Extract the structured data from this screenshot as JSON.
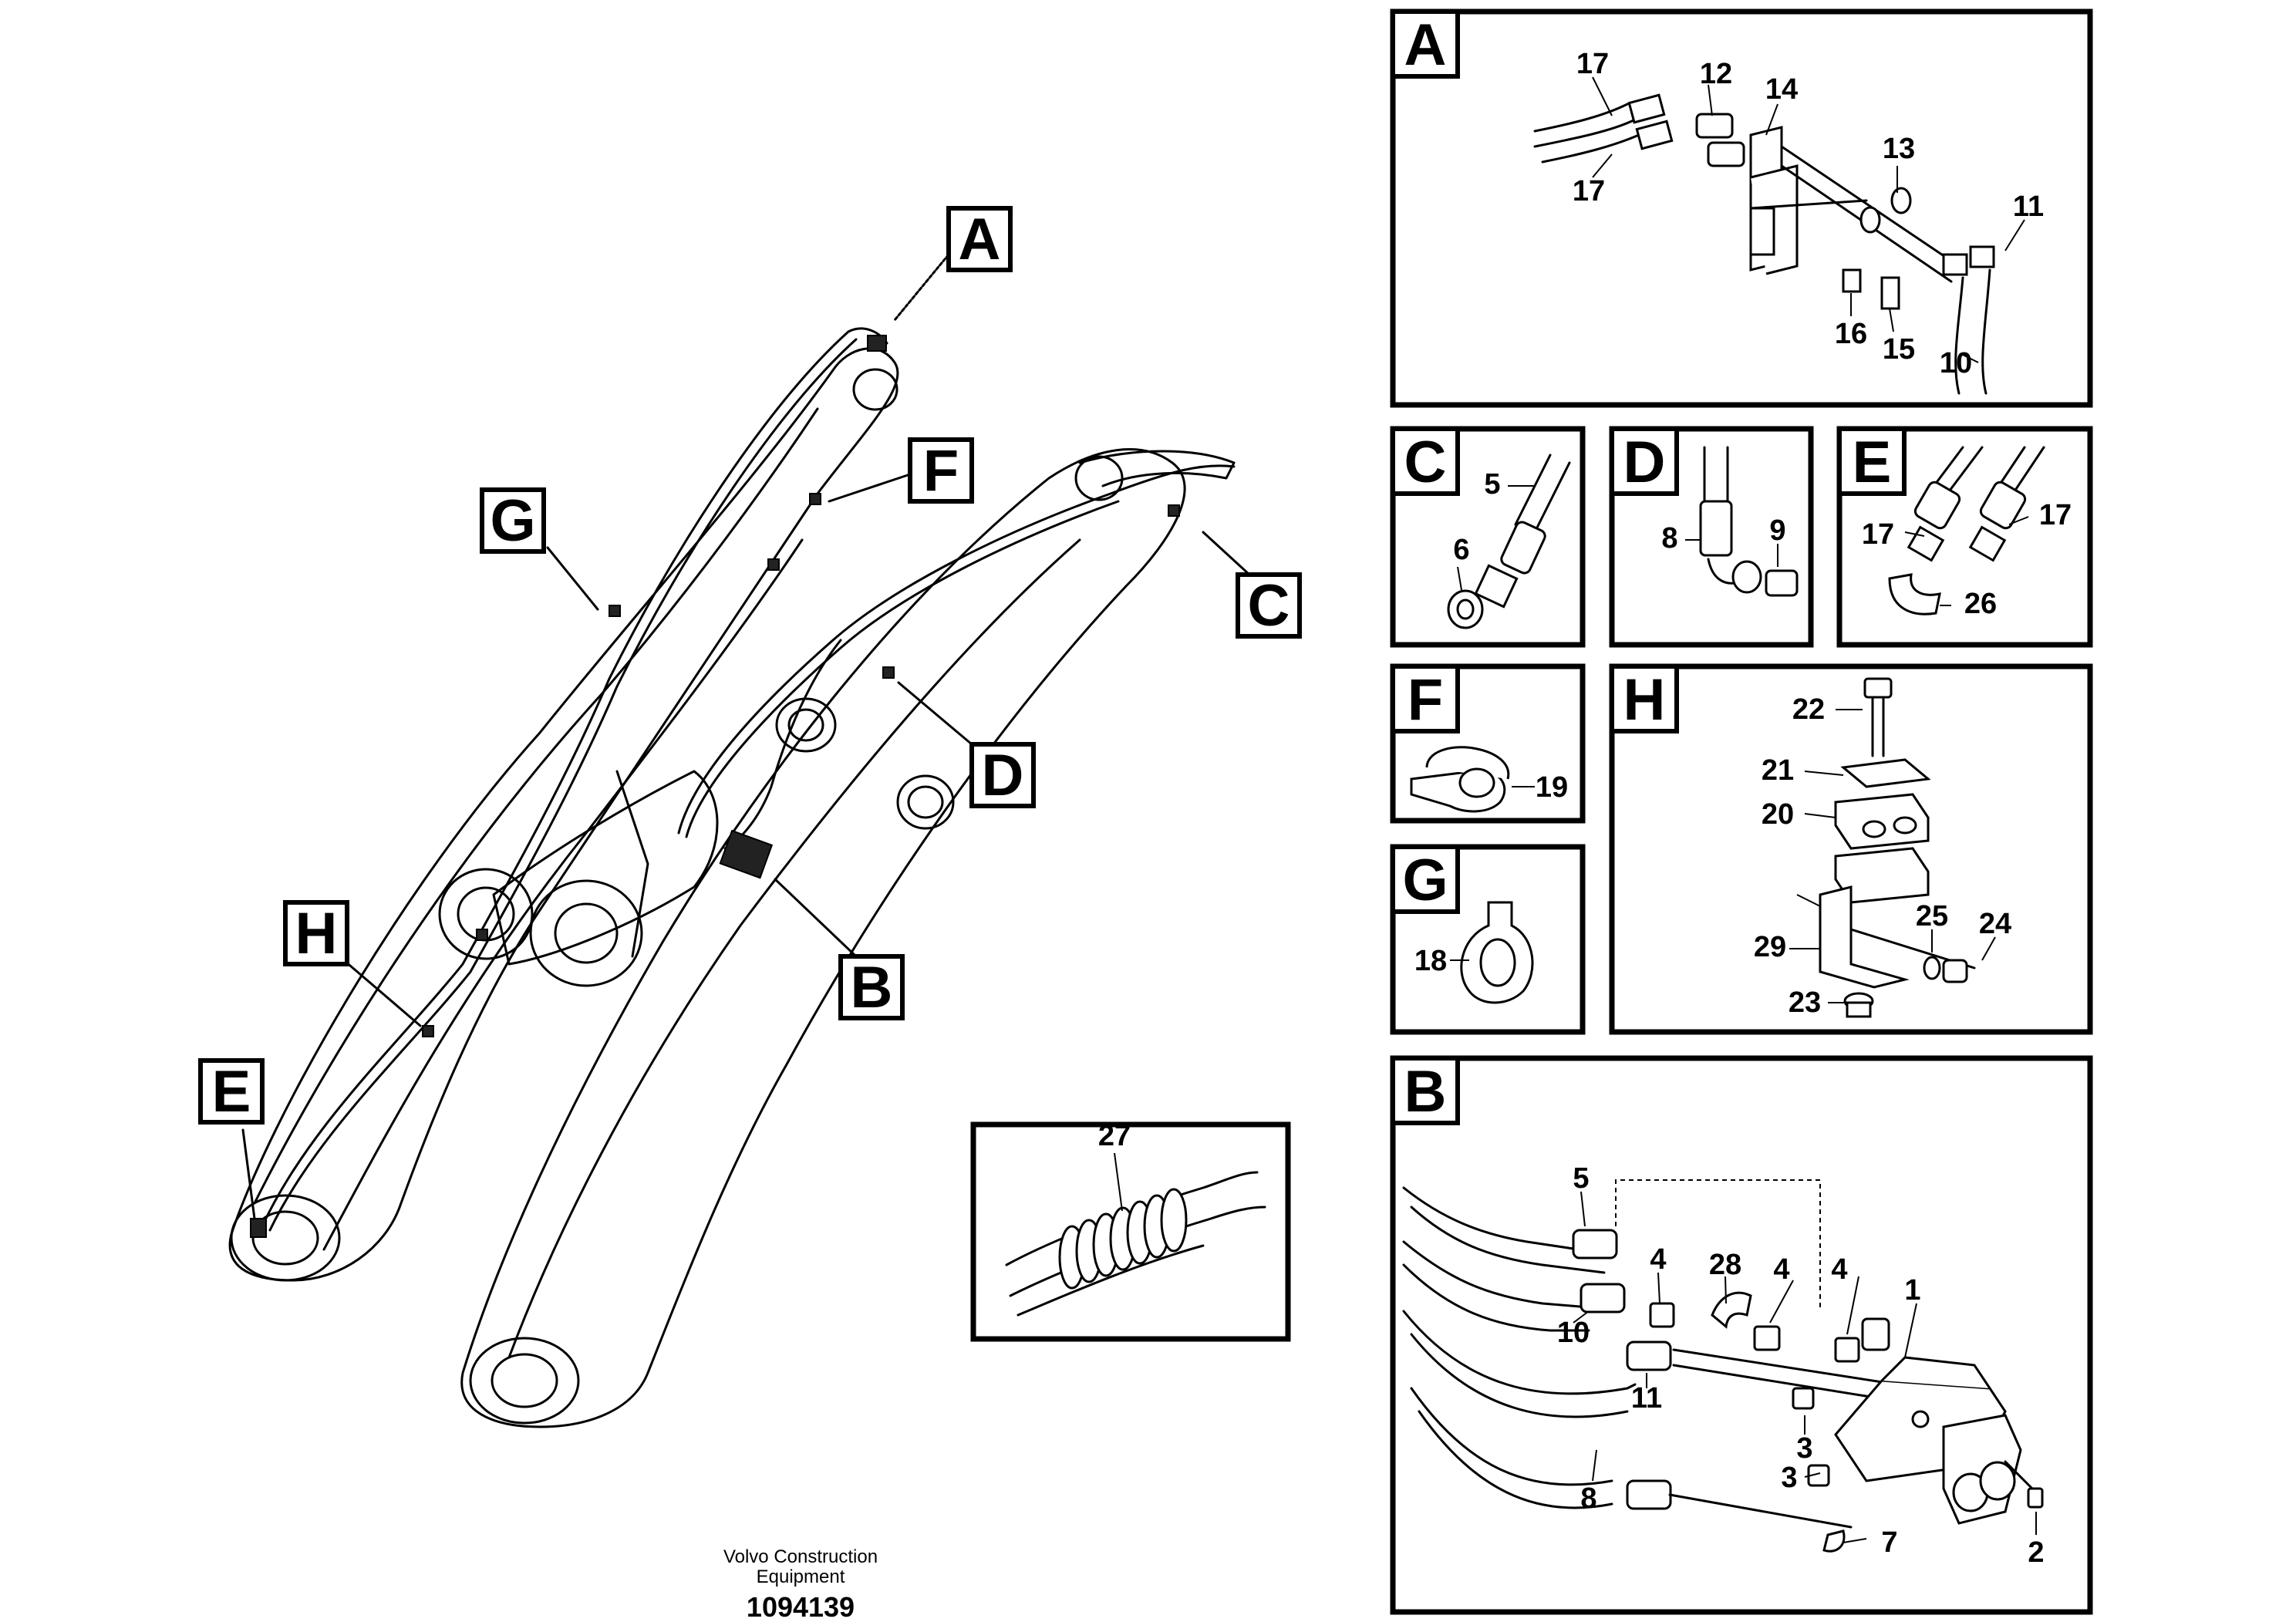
{
  "main_view": {
    "callouts": [
      "A",
      "B",
      "C",
      "D",
      "E",
      "F",
      "G",
      "H"
    ]
  },
  "detail_27": {
    "label": "27"
  },
  "panel_a": {
    "letter": "A",
    "labels": [
      "17",
      "12",
      "14",
      "17",
      "13",
      "11",
      "16",
      "15",
      "10"
    ]
  },
  "panel_c": {
    "letter": "C",
    "labels": [
      "5",
      "6"
    ]
  },
  "panel_d": {
    "letter": "D",
    "labels": [
      "8",
      "9"
    ]
  },
  "panel_e": {
    "letter": "E",
    "labels": [
      "17",
      "17",
      "26"
    ]
  },
  "panel_f": {
    "letter": "F",
    "labels": [
      "19"
    ]
  },
  "panel_g": {
    "letter": "G",
    "labels": [
      "18"
    ]
  },
  "panel_h": {
    "letter": "H",
    "labels": [
      "22",
      "21",
      "20",
      "25",
      "24",
      "29",
      "23"
    ]
  },
  "panel_b": {
    "letter": "B",
    "labels": [
      "5",
      "4",
      "28",
      "4",
      "4",
      "1",
      "10",
      "11",
      "3",
      "3",
      "7",
      "8",
      "2"
    ]
  },
  "footer": {
    "company_line1": "Volvo Construction",
    "company_line2": "Equipment",
    "doc_number": "1094139"
  }
}
